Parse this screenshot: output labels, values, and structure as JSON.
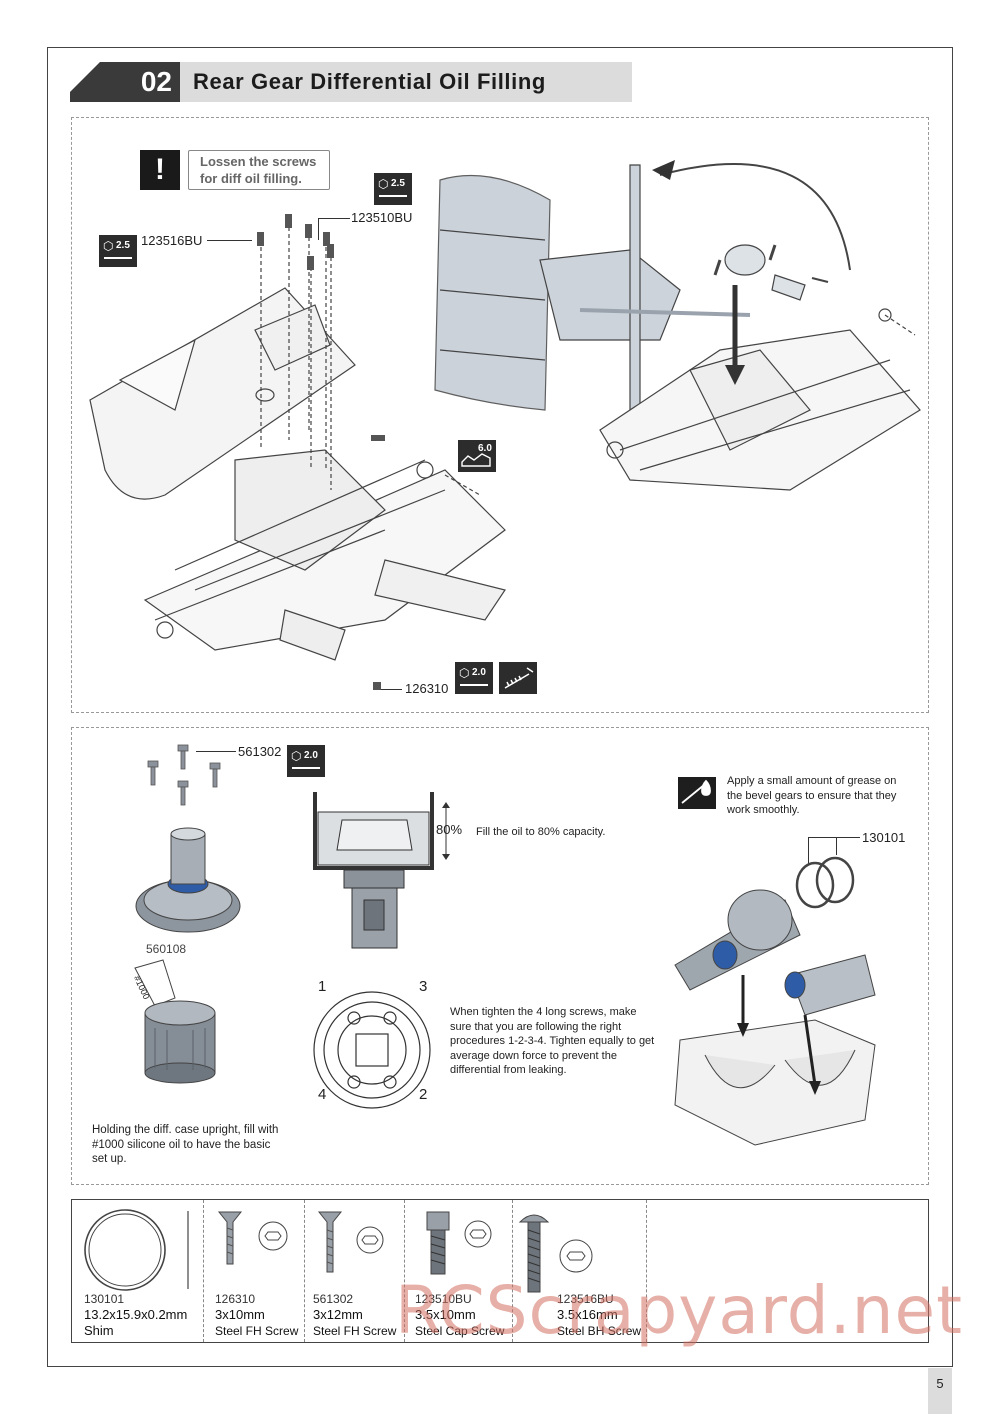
{
  "header": {
    "step_number": "02",
    "title": "Rear Gear Differential Oil Filling"
  },
  "panel1": {
    "warning_text_1": "Lossen the screws",
    "warning_text_2": "for diff oil filling.",
    "tool_a": "2.5",
    "tool_b": "2.5",
    "tool_c": "6.0",
    "tool_d": "2.0",
    "label_screw_left": "123516BU",
    "label_screw_top": "123510BU",
    "label_screw_bottom": "126310"
  },
  "panel2": {
    "label_screws": "561302",
    "tool_e": "2.0",
    "label_gear": "560108",
    "oil_label": "#1000",
    "percent": "80%",
    "fill_note": "Fill the oil to 80% capacity.",
    "fill_upright_note": "Holding the diff. case upright, fill with #1000 silicone oil to have the basic set up.",
    "order_numbers": [
      "1",
      "3",
      "4",
      "2"
    ],
    "tighten_note": "When tighten the 4 long screws, make sure that you are following the right procedures 1-2-3-4. Tighten equally to get average down force to prevent the differential from leaking.",
    "grease_note": "Apply a small amount of grease on the bevel gears to ensure that they work smoothly.",
    "label_shim": "130101"
  },
  "parts": [
    {
      "code": "130101",
      "size": "13.2x15.9x0.2mm",
      "desc": "Shim"
    },
    {
      "code": "126310",
      "size": "3x10mm",
      "desc": "Steel FH Screw"
    },
    {
      "code": "561302",
      "size": "3x12mm",
      "desc": "Steel FH Screw"
    },
    {
      "code": "123510BU",
      "size": "3.5x10mm",
      "desc": "Steel Cap Screw"
    },
    {
      "code": "123516BU",
      "size": "3.5x16mm",
      "desc": "Steel BH Screw"
    }
  ],
  "watermark": "RCScrapyard.net",
  "page_number": "5"
}
